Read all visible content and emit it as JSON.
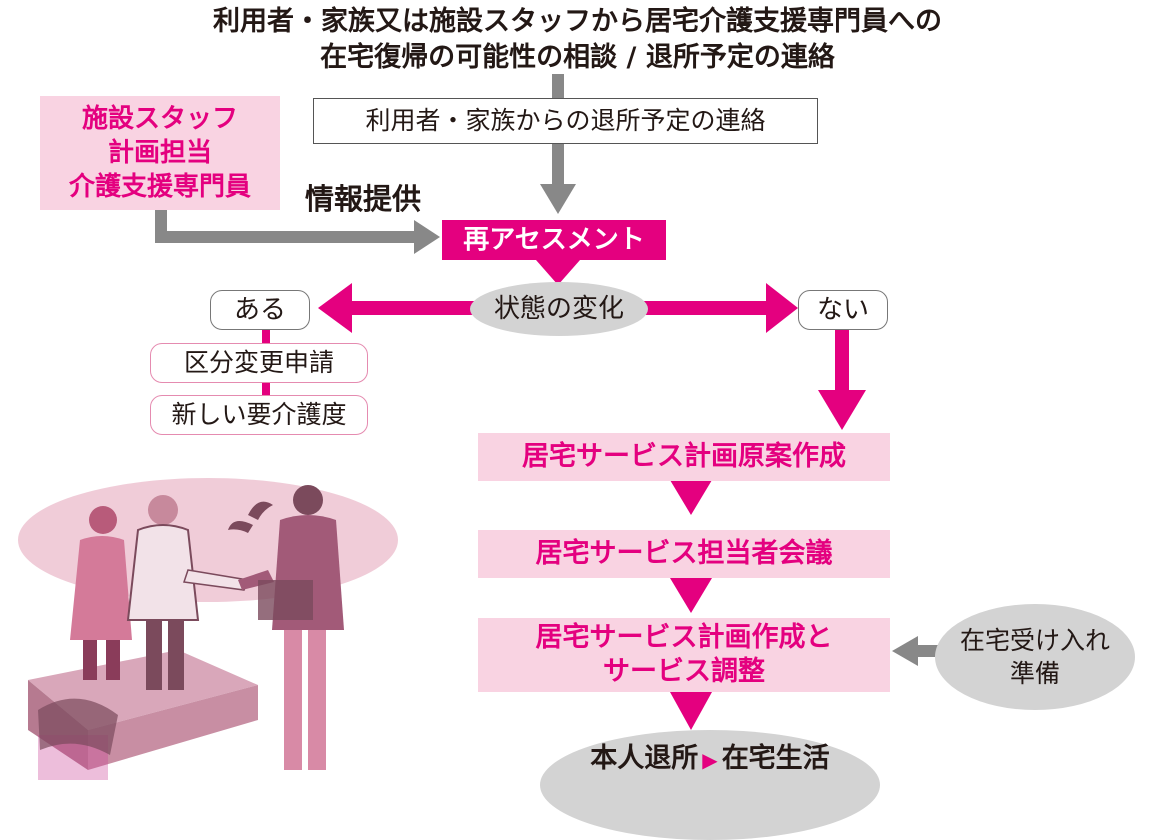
{
  "title": {
    "line1": "利用者・家族又は施設スタッフから居宅介護支援専門員への",
    "line2": "在宅復帰の可能性の相談 / 退所予定の連絡"
  },
  "contact_box": "利用者・家族からの退所予定の連絡",
  "staff_box": {
    "line1": "施設スタッフ",
    "line2": "計画担当",
    "line3": "介護支援専門員"
  },
  "info_label": "情報提供",
  "reassessment": "再アセスメント",
  "state_change": "状態の変化",
  "yes_label": "ある",
  "no_label": "ない",
  "category_change": "区分変更申請",
  "new_care_level": "新しい要介護度",
  "steps": {
    "draft_plan": "居宅サービス計画原案作成",
    "meeting": "居宅サービス担当者会議",
    "plan_line1": "居宅サービス計画作成と",
    "plan_line2": "サービス調整"
  },
  "home_prep": {
    "line1": "在宅受け入れ",
    "line2": "準備"
  },
  "discharge": {
    "left": "本人退所",
    "right": "在宅生活"
  },
  "colors": {
    "magenta": "#e4007f",
    "pink_bg": "#f9d3e2",
    "gray_arrow": "#888888",
    "oval_gray": "#d3d3d3"
  },
  "icons": {
    "illustration": "meeting-handshake-illustration",
    "discharge_triangle": "triangle-right-icon"
  }
}
